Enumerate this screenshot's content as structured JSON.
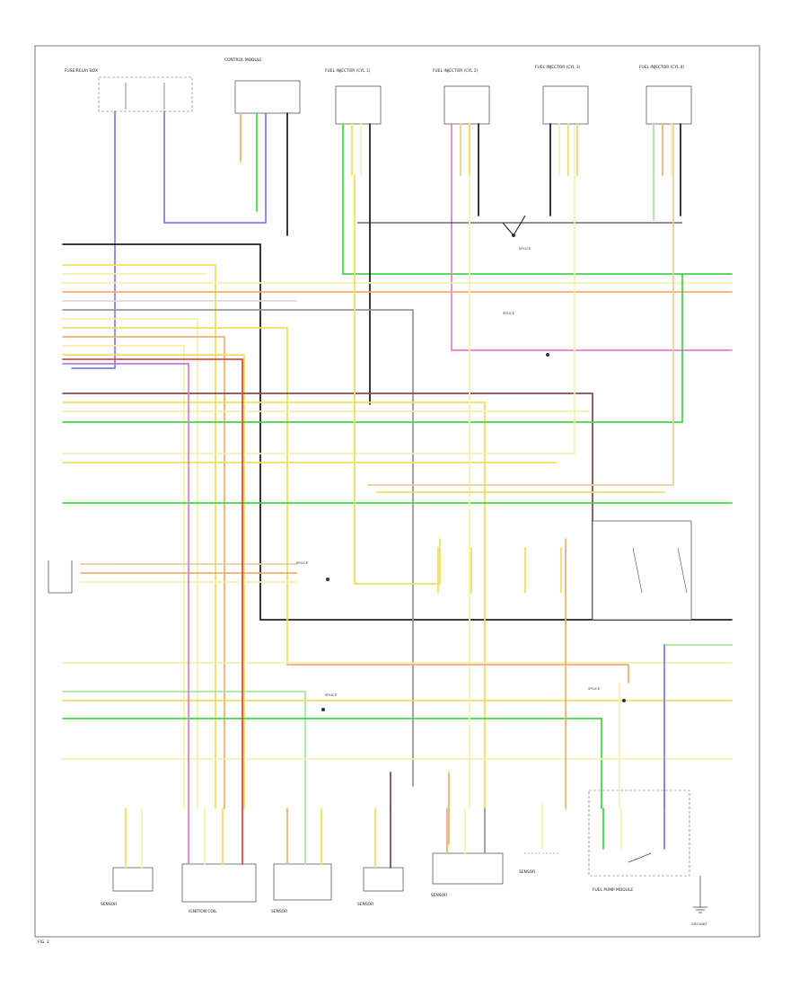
{
  "page_label": "FIG. 2",
  "colors": {
    "black": "#222222",
    "blue": "#7f7ff0",
    "green": "#44d844",
    "lt_green": "#a6e8a0",
    "yellow": "#f0e060",
    "lt_yellow": "#f6f0b0",
    "orange": "#f0b070",
    "tan": "#e8d0a0",
    "pink": "#f07ad8",
    "red": "#e04848",
    "violet": "#b080e0",
    "brown": "#8a4a4a",
    "gray": "#999999",
    "white": "#dddddd"
  },
  "top_components": [
    "FUSE/RELAY BOX",
    "CONTROL MODULE",
    "FUEL INJECTOR (CYL 1)",
    "FUEL INJECTOR (CYL 2)",
    "FUEL INJECTOR (CYL 3)",
    "FUEL INJECTOR (CYL 4)"
  ],
  "bottom_components": [
    "SENSOR",
    "IGNITION COIL",
    "SENSOR",
    "SENSOR",
    "SENSOR",
    "SENSOR",
    "FUEL PUMP MODULE"
  ],
  "splices": [
    "SPLICE",
    "SPLICE",
    "SPLICE",
    "SPLICE",
    "SPLICE"
  ],
  "ground": "GROUND"
}
